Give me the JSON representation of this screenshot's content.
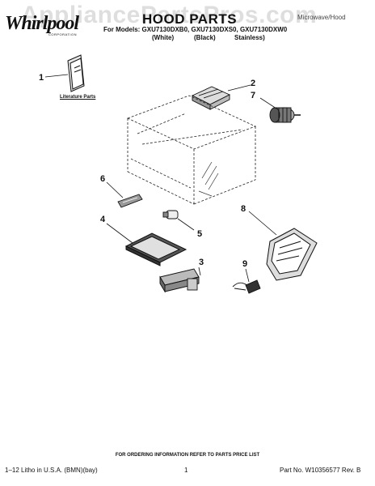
{
  "watermark": "AppliancePartsPros.com",
  "brand": {
    "logo": "Whirlpool",
    "sub": "CORPORATION"
  },
  "header": {
    "title": "HOOD PARTS",
    "category": "Microwave/Hood",
    "models_line": "For Models: GXU7130DXB0, GXU7130DXS0, GXU7130DXW0",
    "variants": [
      "(White)",
      "(Black)",
      "Stainless)"
    ]
  },
  "parts": {
    "literature_label": "Literature Parts",
    "callouts": [
      "1",
      "2",
      "3",
      "4",
      "5",
      "6",
      "7",
      "8",
      "9"
    ]
  },
  "footer": {
    "ordering_note": "FOR ORDERING INFORMATION REFER TO PARTS PRICE LIST",
    "litho": "1–12 Litho in U.S.A. (BMN)(bay)",
    "page": "1",
    "part_number": "Part No. W10356577 Rev. B"
  }
}
